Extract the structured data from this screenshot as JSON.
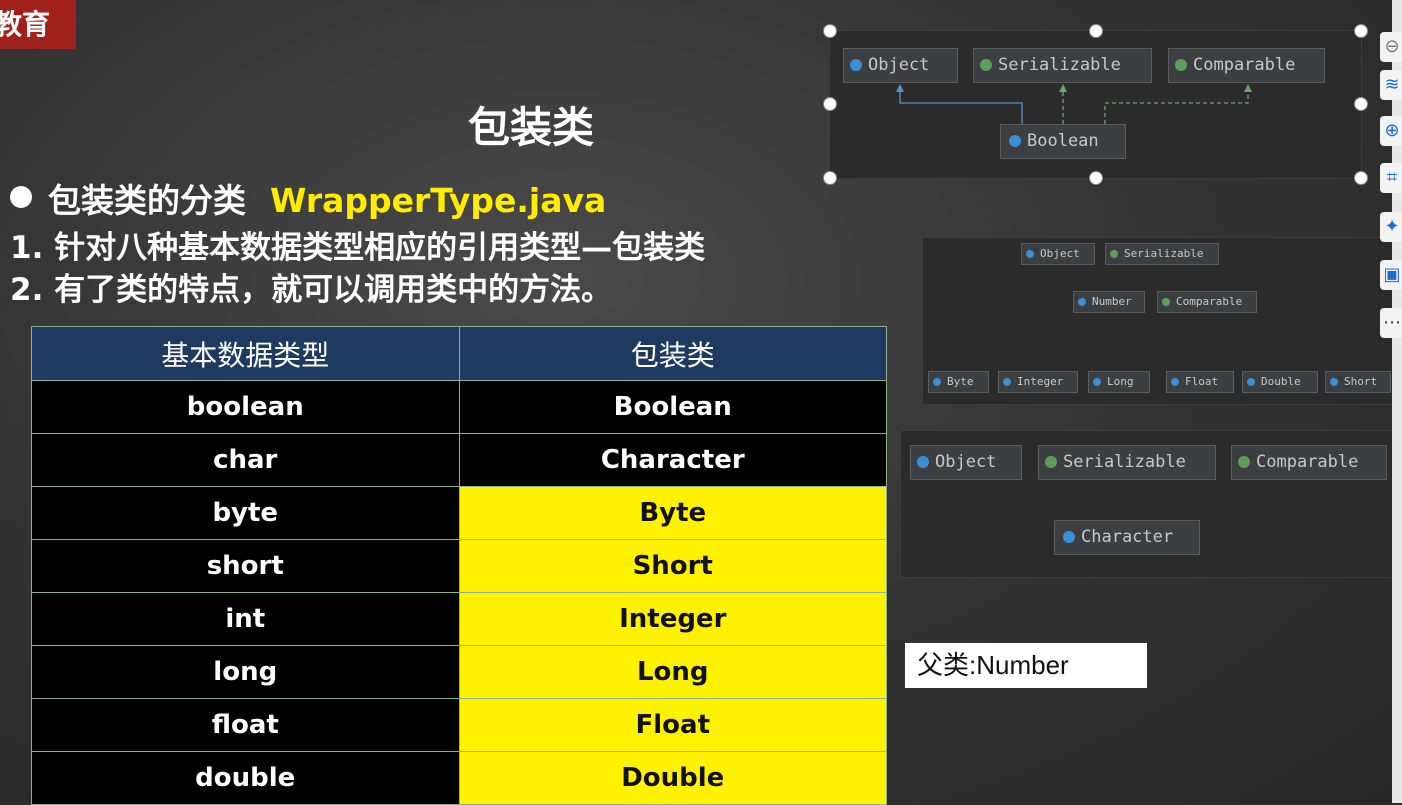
{
  "brand": {
    "label": "教育"
  },
  "slide": {
    "title": "包装类",
    "bullet_label": "包装类的分类",
    "bullet_file": "WrapperType.java",
    "points": [
      "1.  针对八种基本数据类型相应的引用类型—包装类",
      "2.  有了类的特点，就可以调用类中的方法。"
    ]
  },
  "table": {
    "headers": [
      "基本数据类型",
      "包装类"
    ],
    "rows": [
      {
        "primitive": "boolean",
        "wrapper": "Boolean",
        "highlight": false
      },
      {
        "primitive": "char",
        "wrapper": "Character",
        "highlight": false
      },
      {
        "primitive": "byte",
        "wrapper": "Byte",
        "highlight": true
      },
      {
        "primitive": "short",
        "wrapper": "Short",
        "highlight": true
      },
      {
        "primitive": "int",
        "wrapper": "Integer",
        "highlight": true
      },
      {
        "primitive": "long",
        "wrapper": "Long",
        "highlight": true
      },
      {
        "primitive": "float",
        "wrapper": "Float",
        "highlight": true
      },
      {
        "primitive": "double",
        "wrapper": "Double",
        "highlight": true
      }
    ]
  },
  "diagram_boolean": {
    "nodes": [
      "Object",
      "Serializable",
      "Comparable",
      "Boolean"
    ]
  },
  "diagram_number": {
    "nodes": [
      "Object",
      "Serializable",
      "Number",
      "Comparable",
      "Byte",
      "Integer",
      "Long",
      "Float",
      "Double",
      "Short"
    ]
  },
  "diagram_character": {
    "nodes": [
      "Object",
      "Serializable",
      "Comparable",
      "Character"
    ]
  },
  "note": {
    "text": "父类:Number"
  },
  "colors": {
    "highlight": "#fff200",
    "header": "#1f3a60",
    "accent_text": "#ffec00",
    "brand": "#a0201c"
  }
}
